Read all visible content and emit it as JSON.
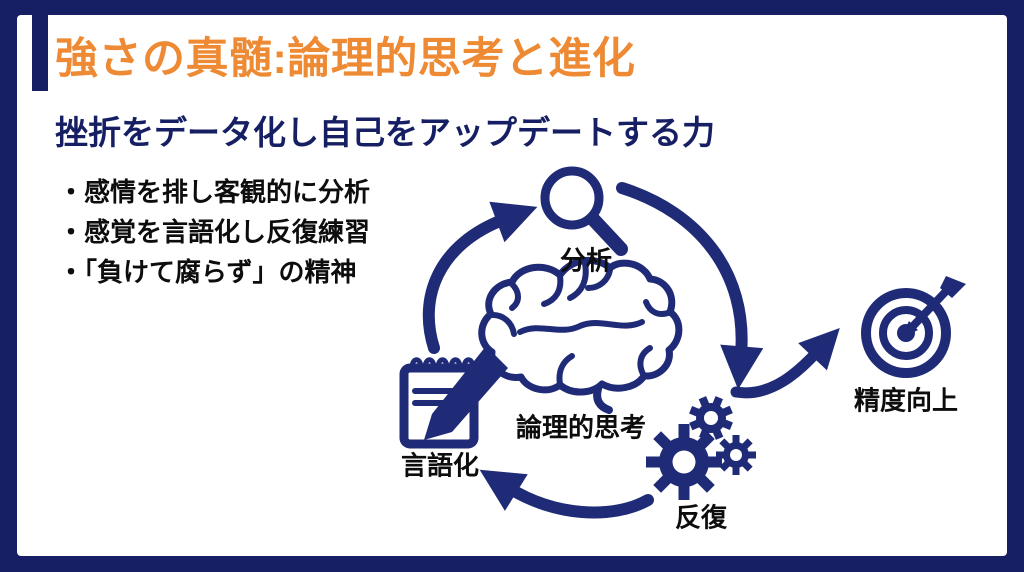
{
  "slide": {
    "title": "強さの真髄:論理的思考と進化",
    "subtitle": "挫折をデータ化し自己をアップデートする力",
    "bullets": [
      "・感情を排し客観的に分析",
      "・感覚を言語化し反復練習",
      "・「負けて腐らず」の精神"
    ]
  },
  "diagram": {
    "type": "cycle-with-outcome",
    "nodes": [
      {
        "id": "analysis",
        "label": "分析",
        "icon": "magnifier-icon"
      },
      {
        "id": "logical-thinking",
        "label": "論理的思考",
        "icon": "brain-icon"
      },
      {
        "id": "verbalization",
        "label": "言語化",
        "icon": "notepad-pencil-icon"
      },
      {
        "id": "repetition",
        "label": "反復",
        "icon": "gears-icon"
      },
      {
        "id": "precision-up",
        "label": "精度向上",
        "icon": "target-icon"
      }
    ],
    "flows": [
      "言語化 → 分析",
      "分析 → 反復",
      "反復 → 言語化",
      "反復/分析 → 精度向上"
    ]
  },
  "colors": {
    "navy_frame": "#161f63",
    "navy_diagram": "#1f2b76",
    "orange_title": "#ed8a33",
    "text_black": "#0d0d0d",
    "card_bg": "#ffffff"
  }
}
